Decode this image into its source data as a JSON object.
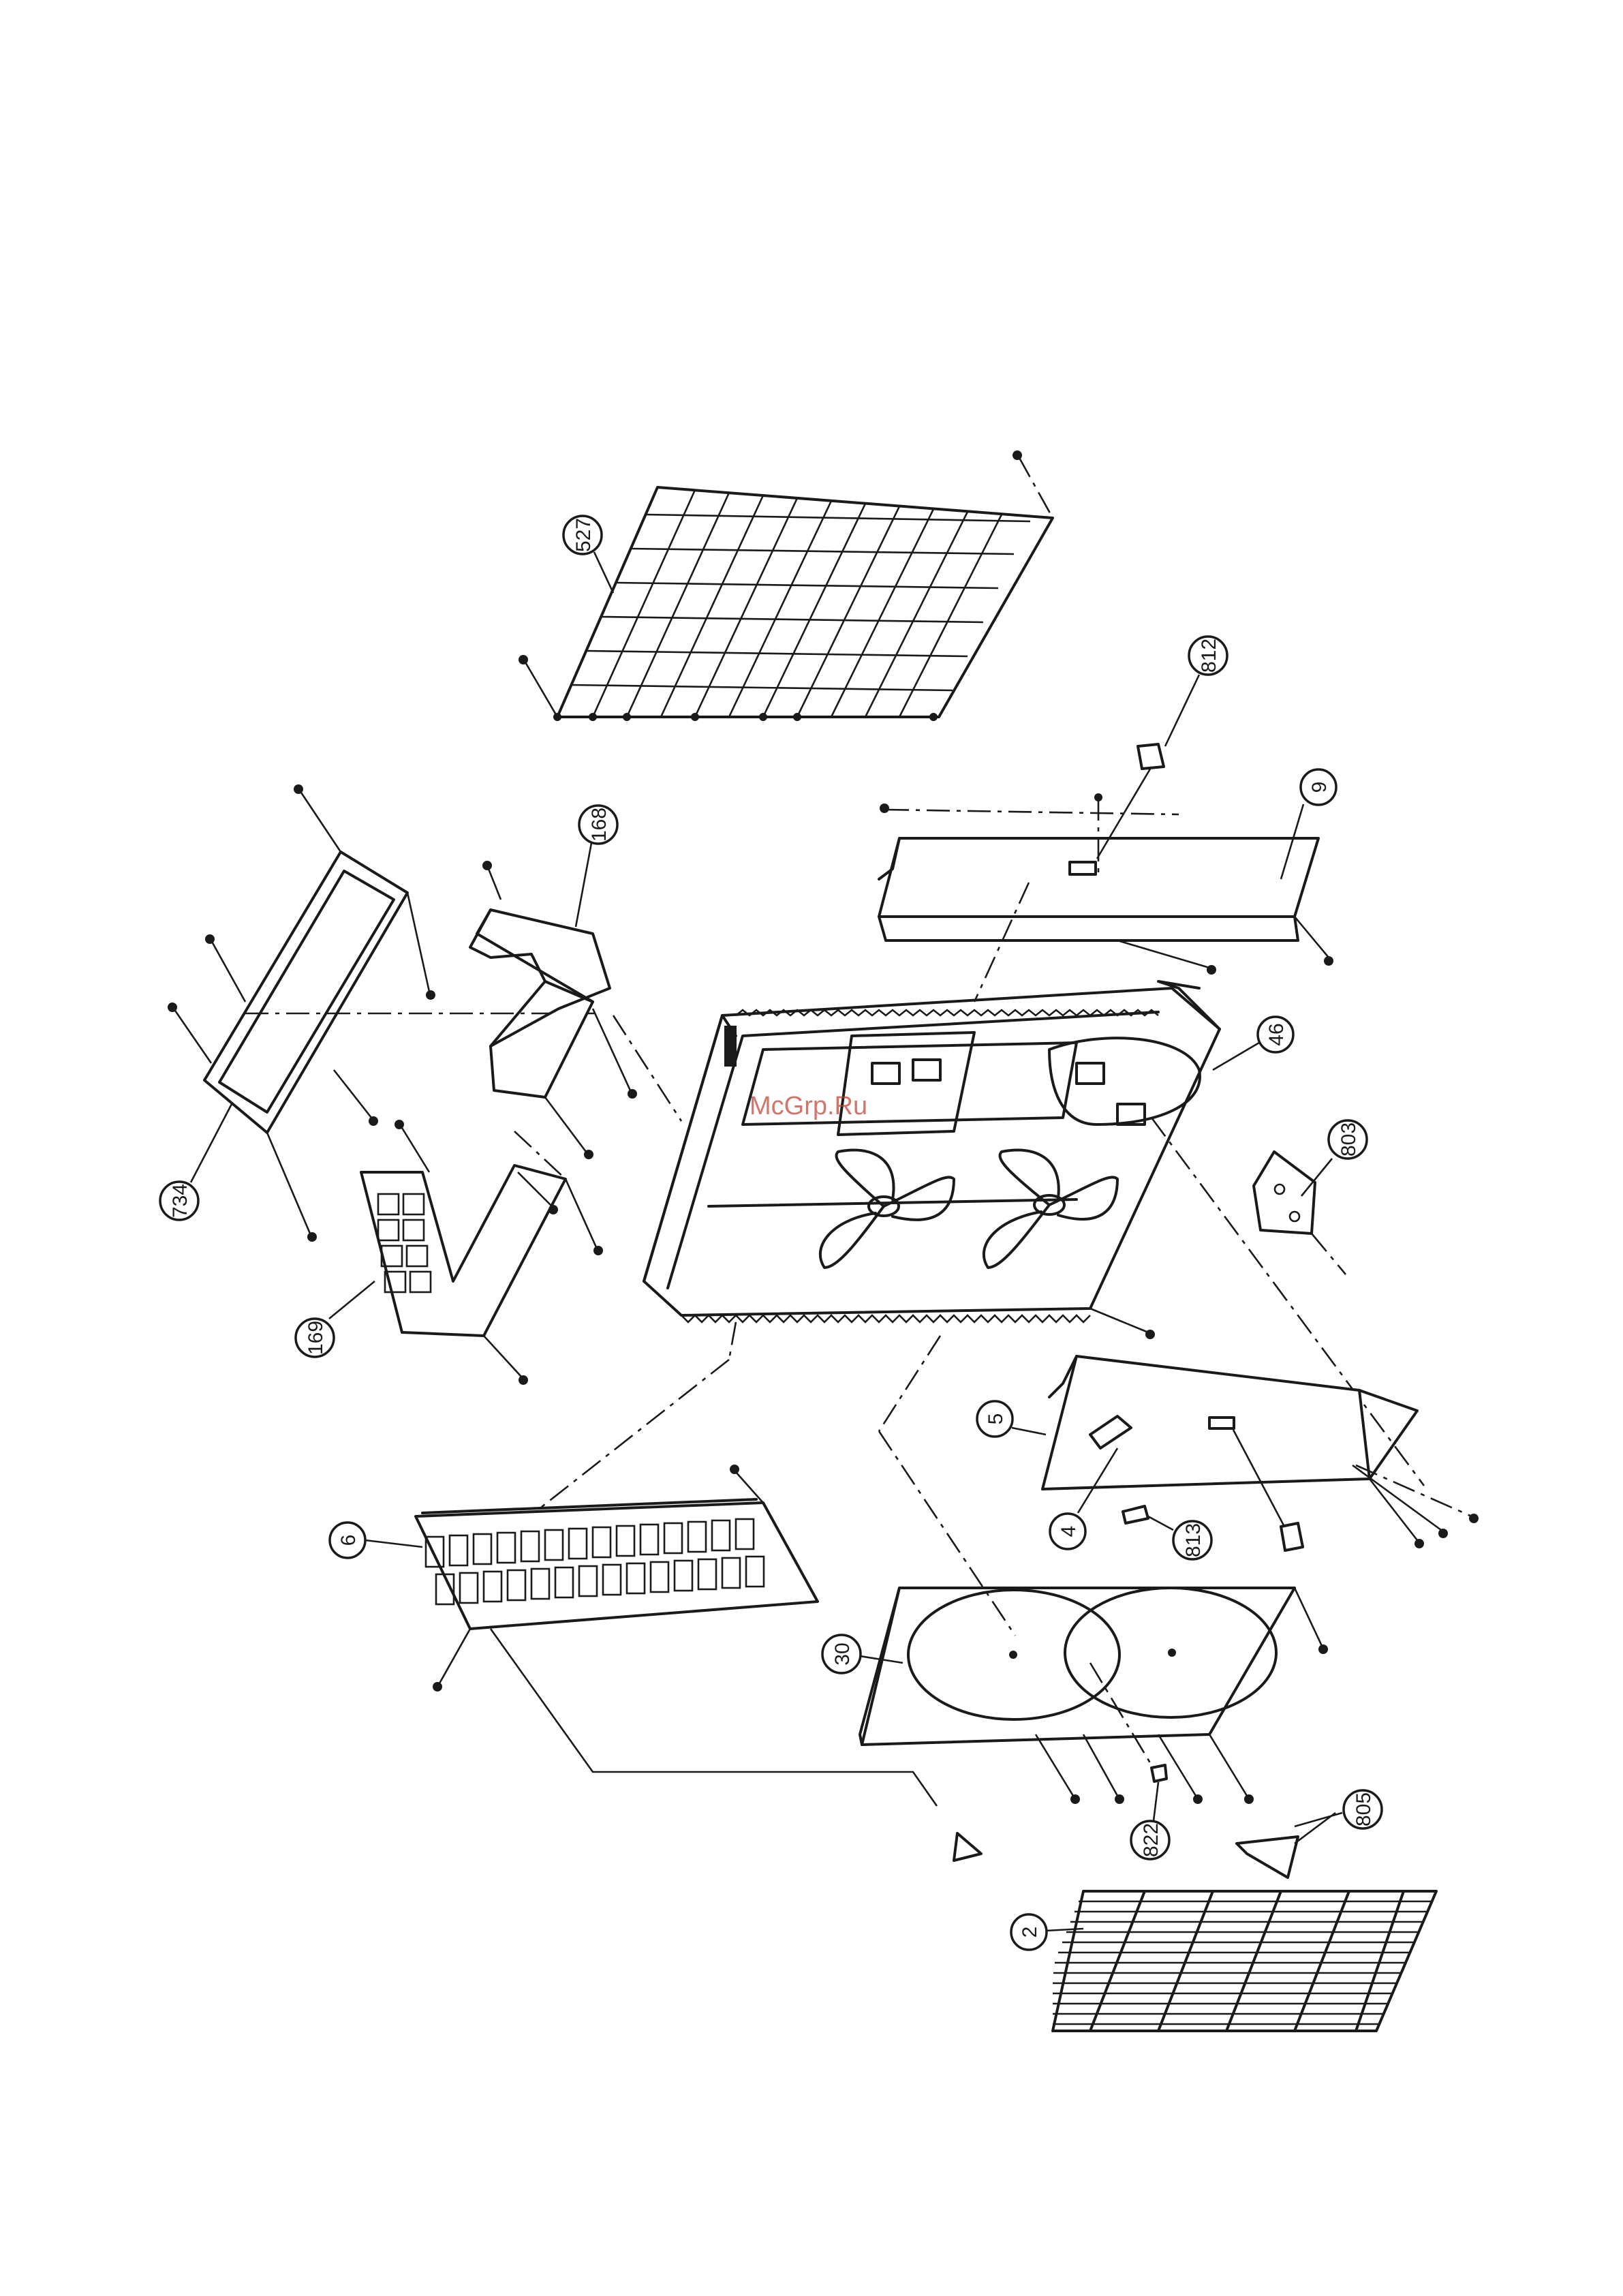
{
  "watermark": "McGrp.Ru",
  "callouts": [
    {
      "id": "527",
      "label": "527"
    },
    {
      "id": "812",
      "label": "812"
    },
    {
      "id": "9",
      "label": "9"
    },
    {
      "id": "168",
      "label": "168"
    },
    {
      "id": "734",
      "label": "734"
    },
    {
      "id": "46",
      "label": "46"
    },
    {
      "id": "803",
      "label": "803"
    },
    {
      "id": "169",
      "label": "169"
    },
    {
      "id": "5",
      "label": "5"
    },
    {
      "id": "4",
      "label": "4"
    },
    {
      "id": "813",
      "label": "813"
    },
    {
      "id": "6",
      "label": "6"
    },
    {
      "id": "30",
      "label": "30"
    },
    {
      "id": "822",
      "label": "822"
    },
    {
      "id": "805",
      "label": "805"
    },
    {
      "id": "2",
      "label": "2"
    }
  ]
}
